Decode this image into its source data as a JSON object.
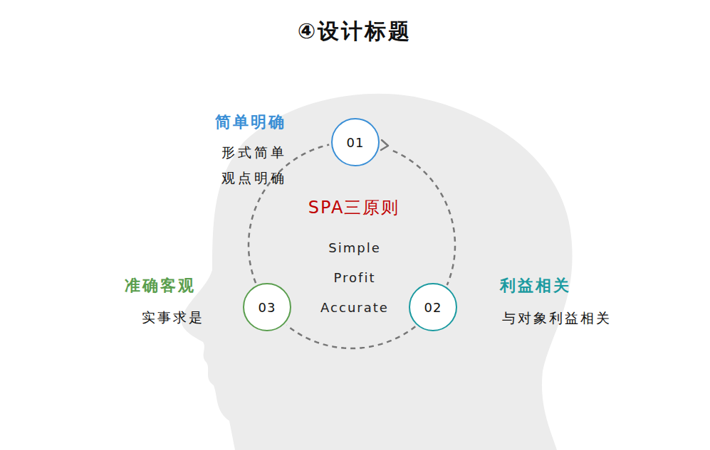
{
  "diagram": {
    "title": "④设计标题",
    "nodes": [
      {
        "text": [
          "01"
        ]
      },
      {
        "text": [
          "02"
        ]
      },
      {
        "text": [
          "03"
        ]
      }
    ],
    "edges": [
      {
        "from": 0,
        "to": 1,
        "arrow": "none"
      },
      {
        "from": 1,
        "to": 2,
        "arrow": "none"
      },
      {
        "from": 2,
        "to": 0,
        "arrow": "none"
      }
    ],
    "labels": [
      "简单明确",
      "形式简单 观点明确",
      "SPA三原则",
      "Simple",
      "Profit",
      "Accurate",
      "利益相关",
      "与对象利益相关",
      "准确客观",
      "实事求是"
    ]
  }
}
